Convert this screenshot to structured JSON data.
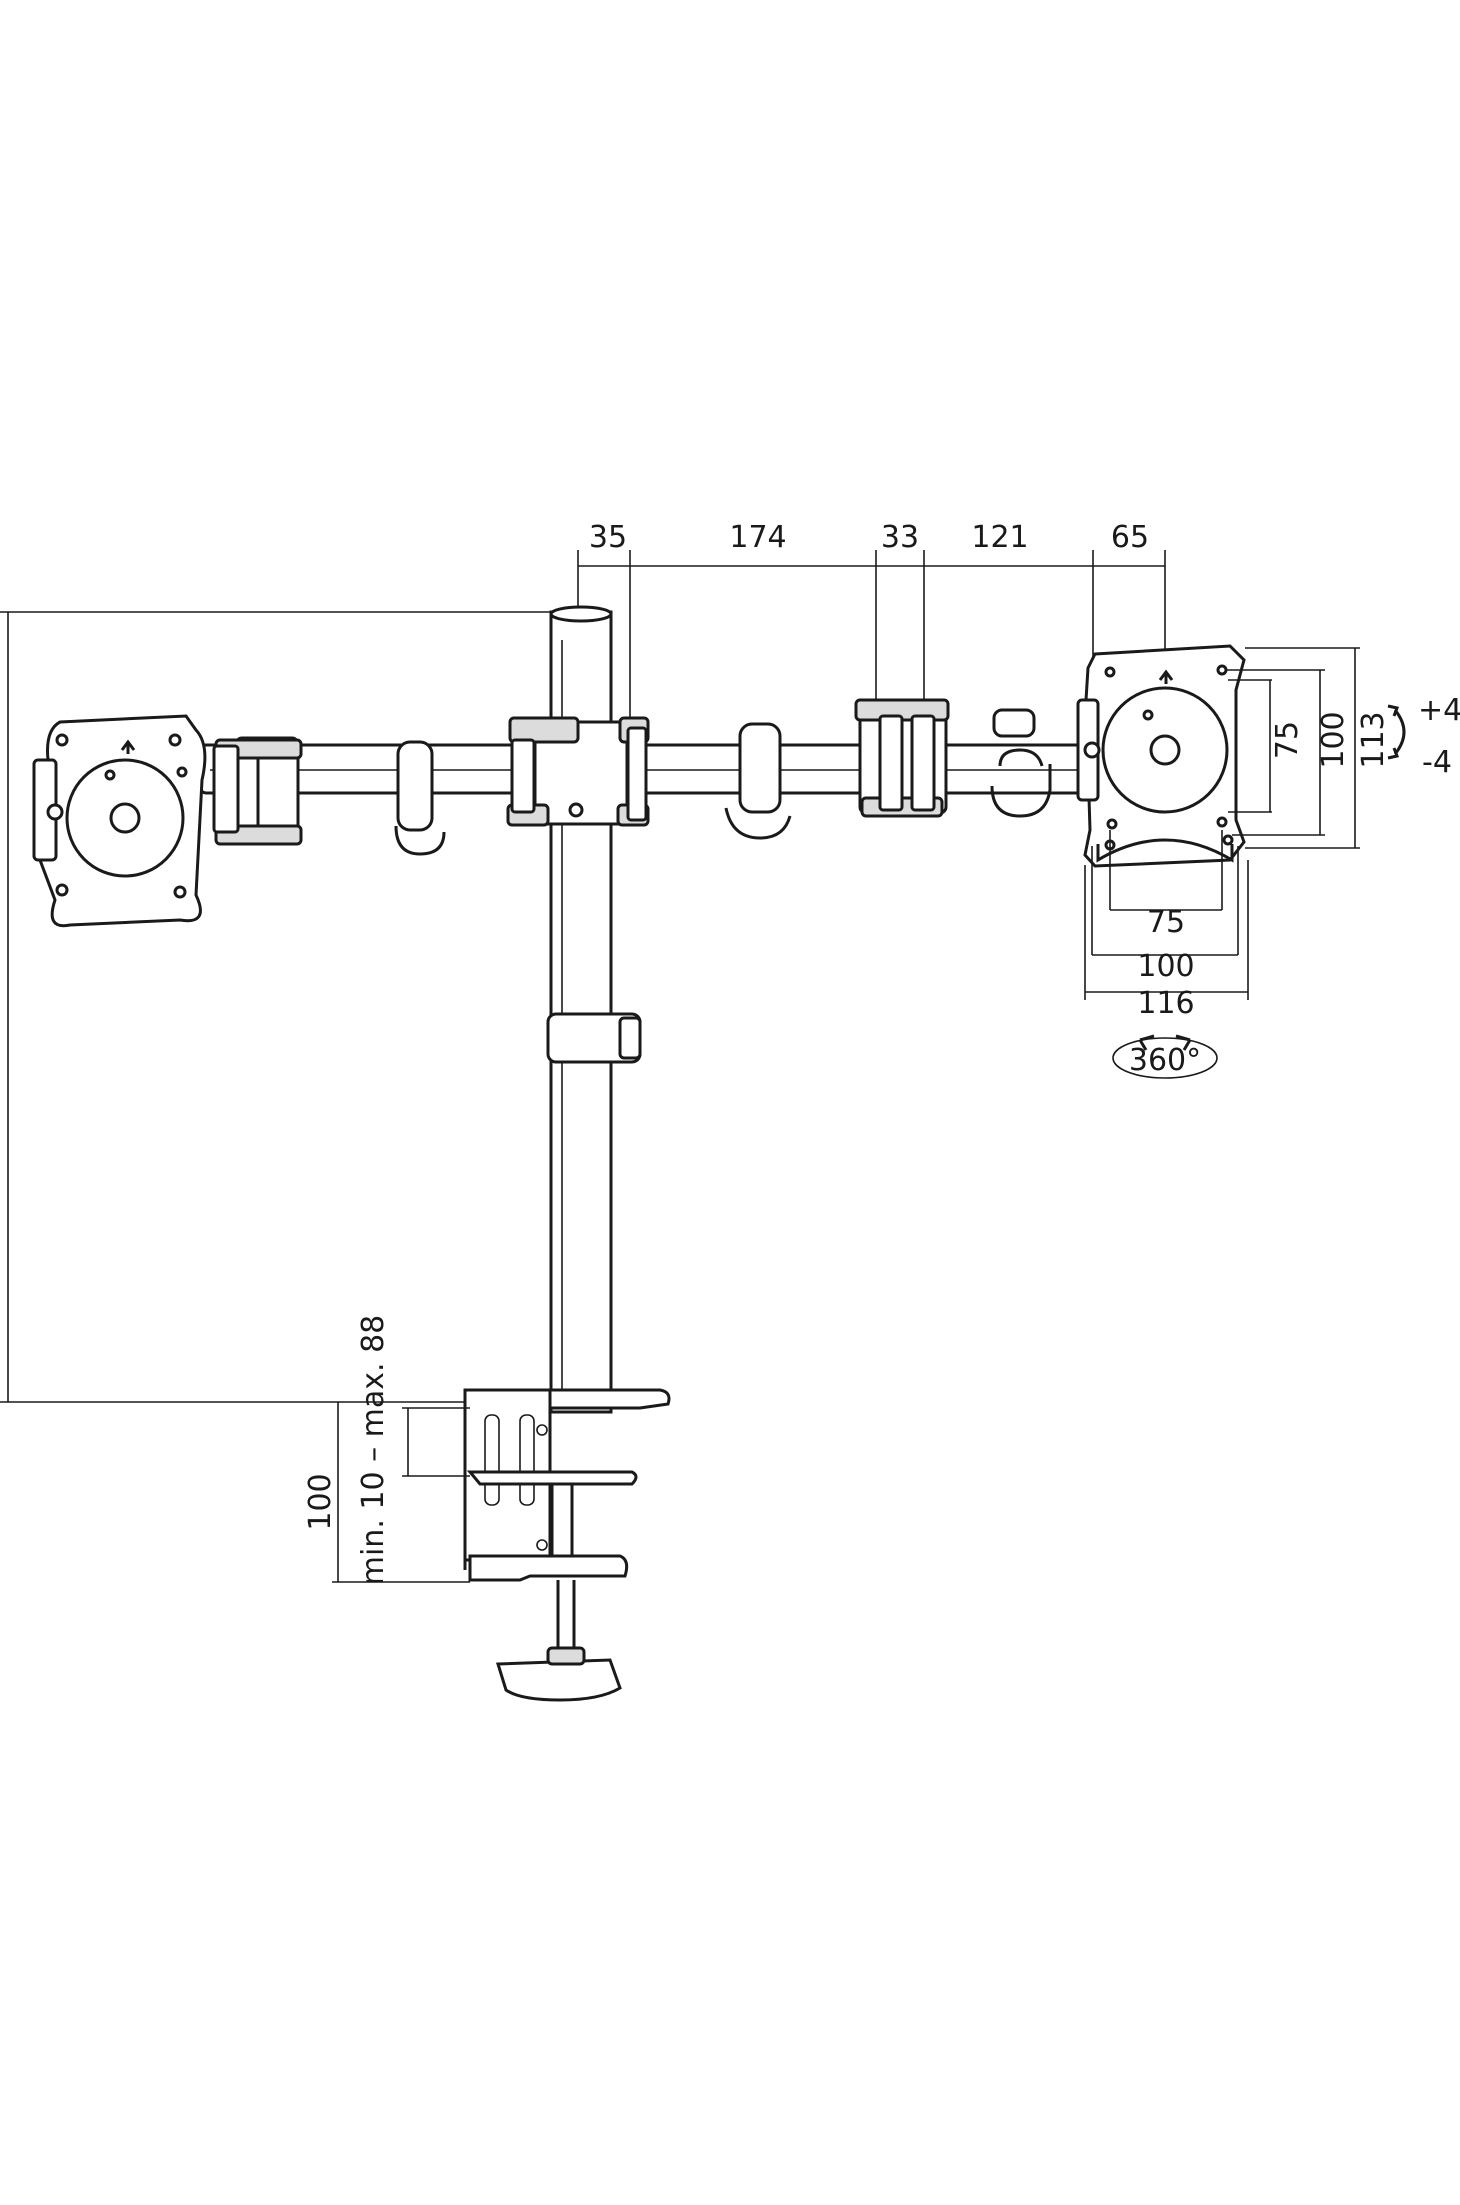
{
  "diagram": {
    "top_dimensions": [
      "35",
      "174",
      "33",
      "121",
      "65"
    ],
    "vesa": {
      "inner_vertical": "75",
      "outer_vertical": "100",
      "plate_height": "113",
      "inner_horizontal": "75",
      "outer_horizontal": "100",
      "plate_width": "116"
    },
    "tilt": {
      "up": "+4",
      "down": "-4"
    },
    "rotation": "360°",
    "clamp": {
      "height": "100",
      "range": "min. 10 – max. 88"
    }
  },
  "colors": {
    "line": "#1a1a1a",
    "background": "#ffffff"
  }
}
